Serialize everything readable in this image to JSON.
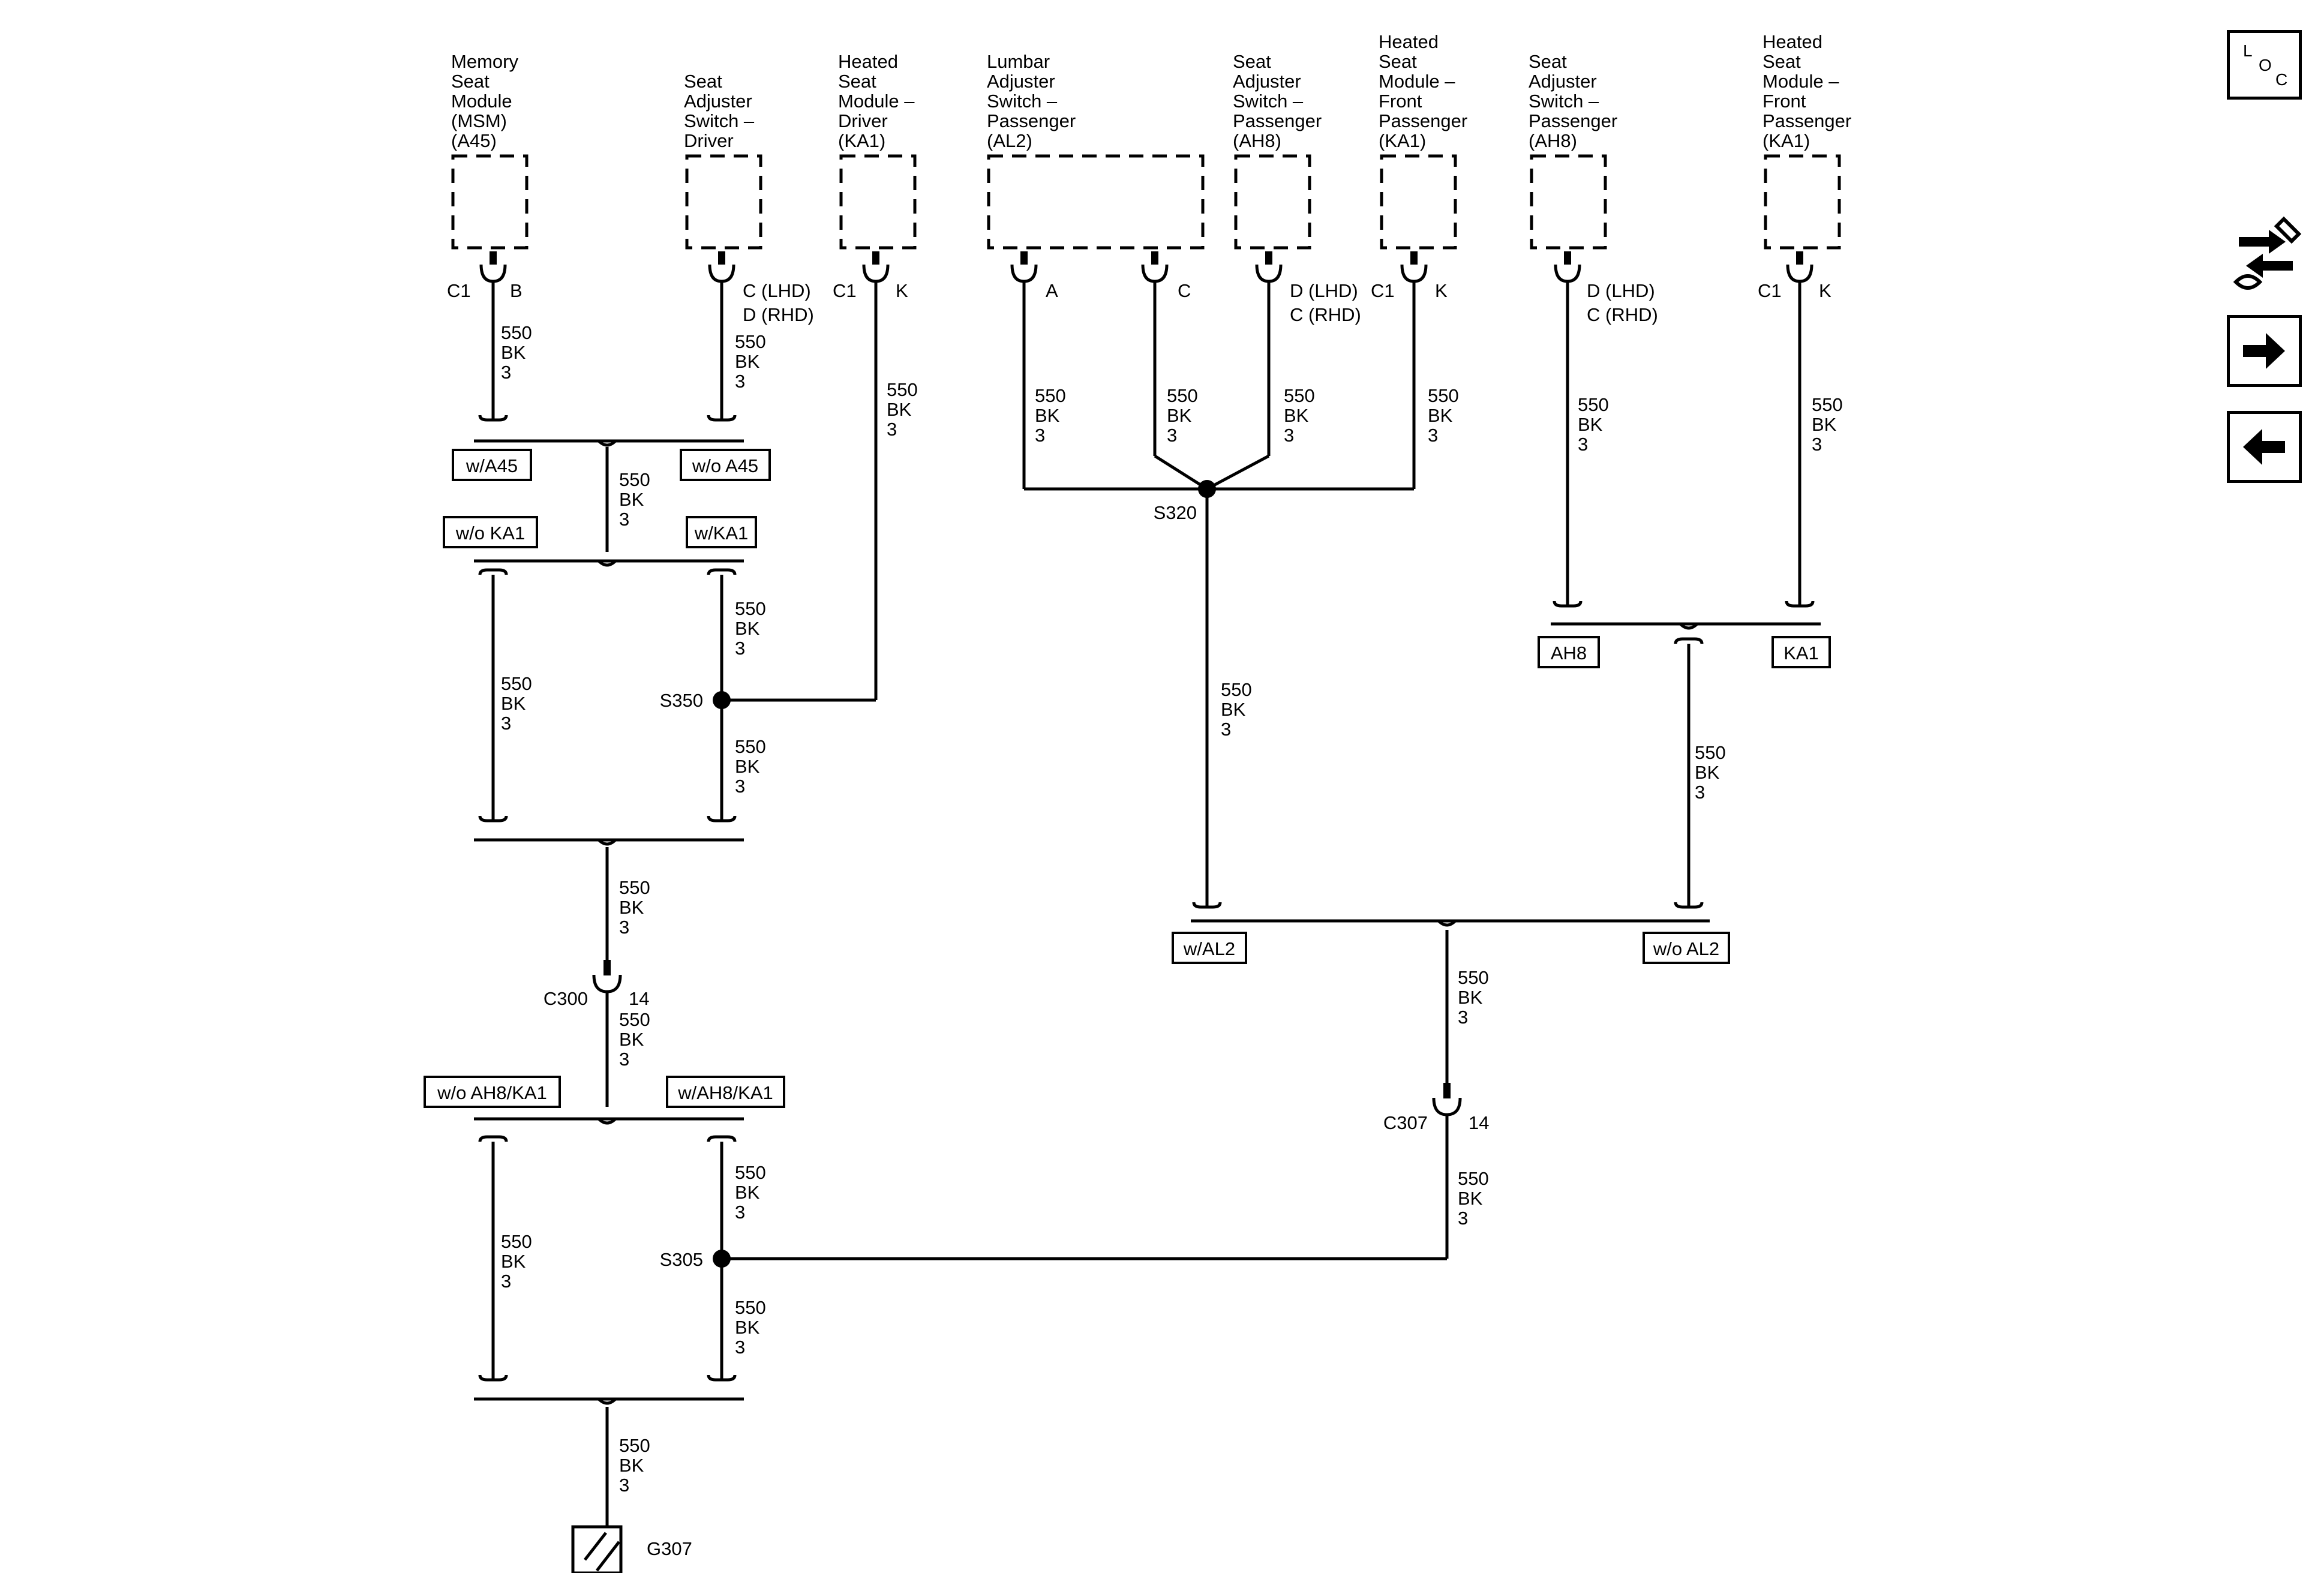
{
  "components": [
    {
      "id": "msm",
      "lines": [
        "Memory",
        "Seat",
        "Module",
        "(MSM)",
        "(A45)"
      ]
    },
    {
      "id": "seat-adj-driver",
      "lines": [
        "Seat",
        "Adjuster",
        "Switch –",
        "Driver"
      ]
    },
    {
      "id": "heated-driver",
      "lines": [
        "Heated",
        "Seat",
        "Module –",
        "Driver",
        "(KA1)"
      ]
    },
    {
      "id": "lumbar-pass",
      "lines": [
        "Lumbar",
        "Adjuster",
        "Switch –",
        "Passenger",
        "(AL2)"
      ]
    },
    {
      "id": "seat-adj-pass-1",
      "lines": [
        "Seat",
        "Adjuster",
        "Switch –",
        "Passenger",
        "(AH8)"
      ]
    },
    {
      "id": "heated-front-pass-1",
      "lines": [
        "Heated",
        "Seat",
        "Module –",
        "Front",
        "Passenger",
        "(KA1)"
      ]
    },
    {
      "id": "seat-adj-pass-2",
      "lines": [
        "Seat",
        "Adjuster",
        "Switch –",
        "Passenger",
        "(AH8)"
      ]
    },
    {
      "id": "heated-front-pass-2",
      "lines": [
        "Heated",
        "Seat",
        "Module –",
        "Front",
        "Passenger",
        "(KA1)"
      ]
    }
  ],
  "connector_labels": [
    "C1",
    "B",
    "C (LHD)",
    "D (RHD)",
    "C1",
    "K",
    "A",
    "C",
    "D (LHD)",
    "C (RHD)",
    "C1",
    "K",
    "D (LHD)",
    "C (RHD)",
    "C1",
    "K"
  ],
  "wire": {
    "circuit": "550",
    "color": "BK",
    "size": "3"
  },
  "option_labels": [
    "w/A45",
    "w/o A45",
    "w/o KA1",
    "w/KA1",
    "AH8",
    "KA1",
    "w/AL2",
    "w/o AL2",
    "w/o AH8/KA1",
    "w/AH8/KA1"
  ],
  "splices": [
    "S350",
    "S320",
    "S305"
  ],
  "inline_connectors": [
    {
      "name": "C300",
      "pin": "14"
    },
    {
      "name": "C307",
      "pin": "14"
    }
  ],
  "ground": "G307",
  "nav": {
    "loc_letters": [
      "L",
      "O",
      "C"
    ],
    "icons": [
      "loc-icon",
      "service-tools-icon",
      "arrow-right-icon",
      "arrow-left-icon"
    ]
  }
}
